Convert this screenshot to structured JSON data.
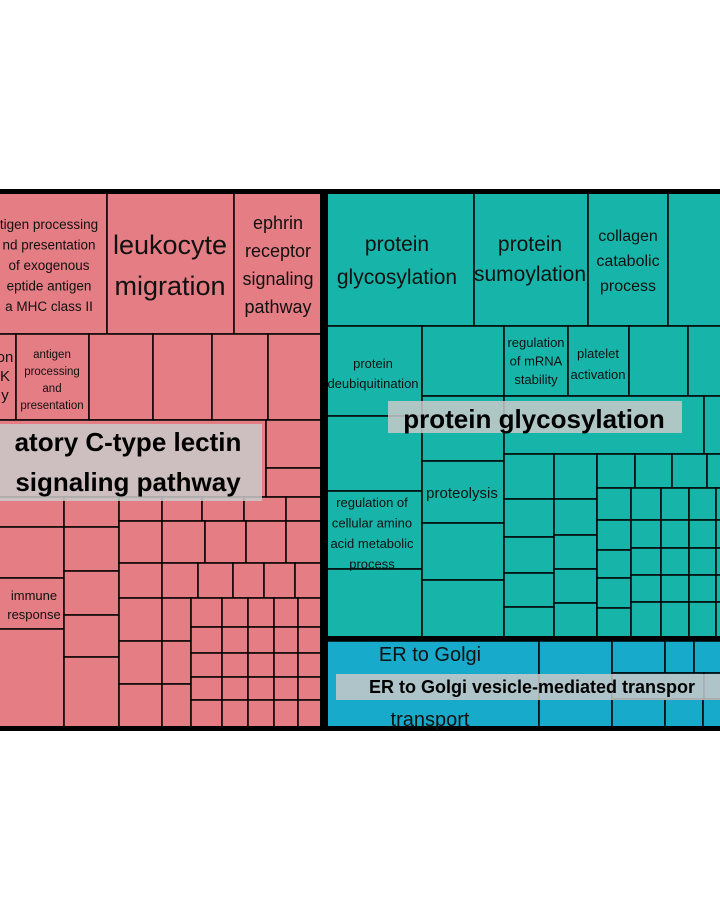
{
  "colors": {
    "pink": "#E57D84",
    "teal": "#17B5A9",
    "blue": "#17AACB",
    "border": "#000000",
    "group_label_bg": "#C9C9C9"
  },
  "chart_data": {
    "type": "treemap",
    "groups": [
      {
        "name": "stimulatory C-type lectin receptor signaling pathway",
        "visible_label_lines": [
          "atory C-type lectin",
          "signaling pathway"
        ],
        "color": "#E57D84",
        "terms": [
          {
            "label_lines": [
              "tigen processing",
              "nd presentation",
              "of exogenous",
              "eptide antigen",
              "a MHC class II"
            ]
          },
          {
            "label_lines": [
              "leukocyte",
              "migration"
            ]
          },
          {
            "label_lines": [
              "ephrin",
              "receptor",
              "signaling",
              "pathway"
            ]
          },
          {
            "label_lines": [
              "on",
              "K",
              "y"
            ]
          },
          {
            "label_lines": [
              "antigen",
              "processing",
              "and",
              "presentation"
            ]
          },
          {
            "label_lines": [
              "immune",
              "response"
            ]
          }
        ]
      },
      {
        "name": "protein glycosylation",
        "visible_label_lines": [
          "protein glycosylation"
        ],
        "color": "#17B5A9",
        "terms": [
          {
            "label_lines": [
              "protein",
              "glycosylation"
            ]
          },
          {
            "label_lines": [
              "protein",
              "sumoylation"
            ]
          },
          {
            "label_lines": [
              "collagen",
              "catabolic",
              "process"
            ]
          },
          {
            "label_lines": [
              "protein",
              "deubiquitination"
            ]
          },
          {
            "label_lines": [
              "regulation",
              "of mRNA",
              "stability"
            ]
          },
          {
            "label_lines": [
              "platelet",
              "activation"
            ]
          },
          {
            "label_lines": [
              "proteolysis"
            ]
          },
          {
            "label_lines": [
              "regulation of",
              "cellular amino",
              "acid metabolic",
              "process"
            ]
          }
        ]
      },
      {
        "name": "ER to Golgi vesicle-mediated transport",
        "visible_label_lines": [
          "ER to Golgi vesicle-mediated transpor"
        ],
        "color": "#17AACB",
        "terms": [
          {
            "label_lines": [
              "ER to Golgi",
              "",
              "transport"
            ]
          }
        ]
      }
    ]
  }
}
